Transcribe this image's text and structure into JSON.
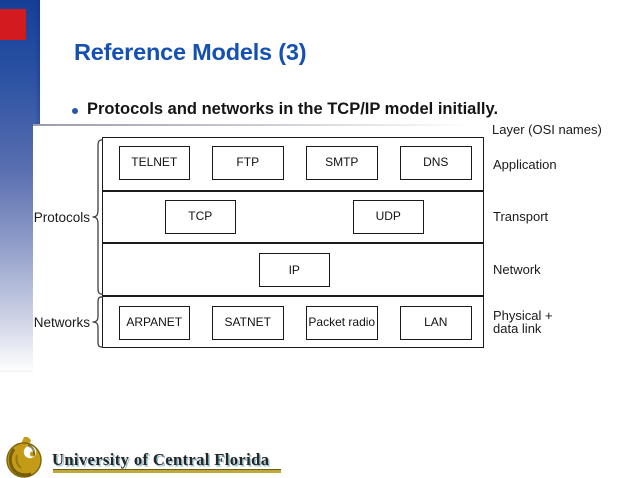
{
  "colors": {
    "title_blue": "#1551b2",
    "sidebar_blue_top": "#153f96",
    "accent_red": "#d31a1f",
    "emblem_gold": "#c49b16",
    "footer_shadow_teal": "#93bfce",
    "footer_underline_gold": "#c0a93a"
  },
  "slide": {
    "title": "Reference Models (3)",
    "bullet_text": "Protocols and networks in the TCP/IP model initially."
  },
  "diagram": {
    "layer_header": "Layer (OSI names)",
    "groups": [
      {
        "label": "Protocols"
      },
      {
        "label": "Networks"
      }
    ],
    "rows": [
      {
        "layer_lines": [
          "Application"
        ],
        "boxes": [
          "TELNET",
          "FTP",
          "SMTP",
          "DNS"
        ]
      },
      {
        "layer_lines": [
          "Transport"
        ],
        "boxes": [
          "TCP",
          "UDP"
        ]
      },
      {
        "layer_lines": [
          "Network"
        ],
        "boxes": [
          "IP"
        ]
      },
      {
        "layer_lines": [
          "Physical +",
          "data link"
        ],
        "boxes": [
          "ARPANET",
          "SATNET",
          "Packet radio",
          "LAN"
        ]
      }
    ]
  },
  "footer": {
    "institution": "University of Central Florida"
  }
}
